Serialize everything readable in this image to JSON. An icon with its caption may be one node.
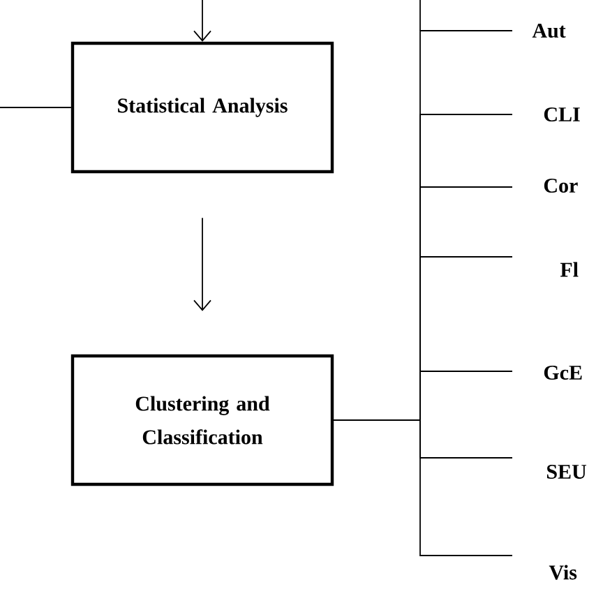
{
  "diagram": {
    "nodes": [
      {
        "text": [
          "Statistical Analysis"
        ]
      },
      {
        "text": [
          "Clustering and Classification"
        ]
      },
      {
        "text": [
          "Aut"
        ]
      },
      {
        "text": [
          "CLI"
        ]
      },
      {
        "text": [
          "Cor"
        ]
      },
      {
        "text": [
          "Fl"
        ]
      },
      {
        "text": [
          "GcE"
        ]
      },
      {
        "text": [
          "SEU"
        ]
      },
      {
        "text": [
          "Vis"
        ]
      }
    ],
    "edges": [
      {
        "from": null,
        "to": 0,
        "arrow": "to"
      },
      {
        "from": null,
        "to": 0,
        "arrow": "none"
      },
      {
        "from": 0,
        "to": 1,
        "arrow": "to"
      },
      {
        "from": 1,
        "to": 2,
        "arrow": "none"
      },
      {
        "from": 1,
        "to": 3,
        "arrow": "none"
      },
      {
        "from": 1,
        "to": 4,
        "arrow": "none"
      },
      {
        "from": 1,
        "to": 5,
        "arrow": "none"
      },
      {
        "from": 1,
        "to": 6,
        "arrow": "none"
      },
      {
        "from": 1,
        "to": 7,
        "arrow": "none"
      },
      {
        "from": 1,
        "to": 8,
        "arrow": "none"
      }
    ]
  }
}
